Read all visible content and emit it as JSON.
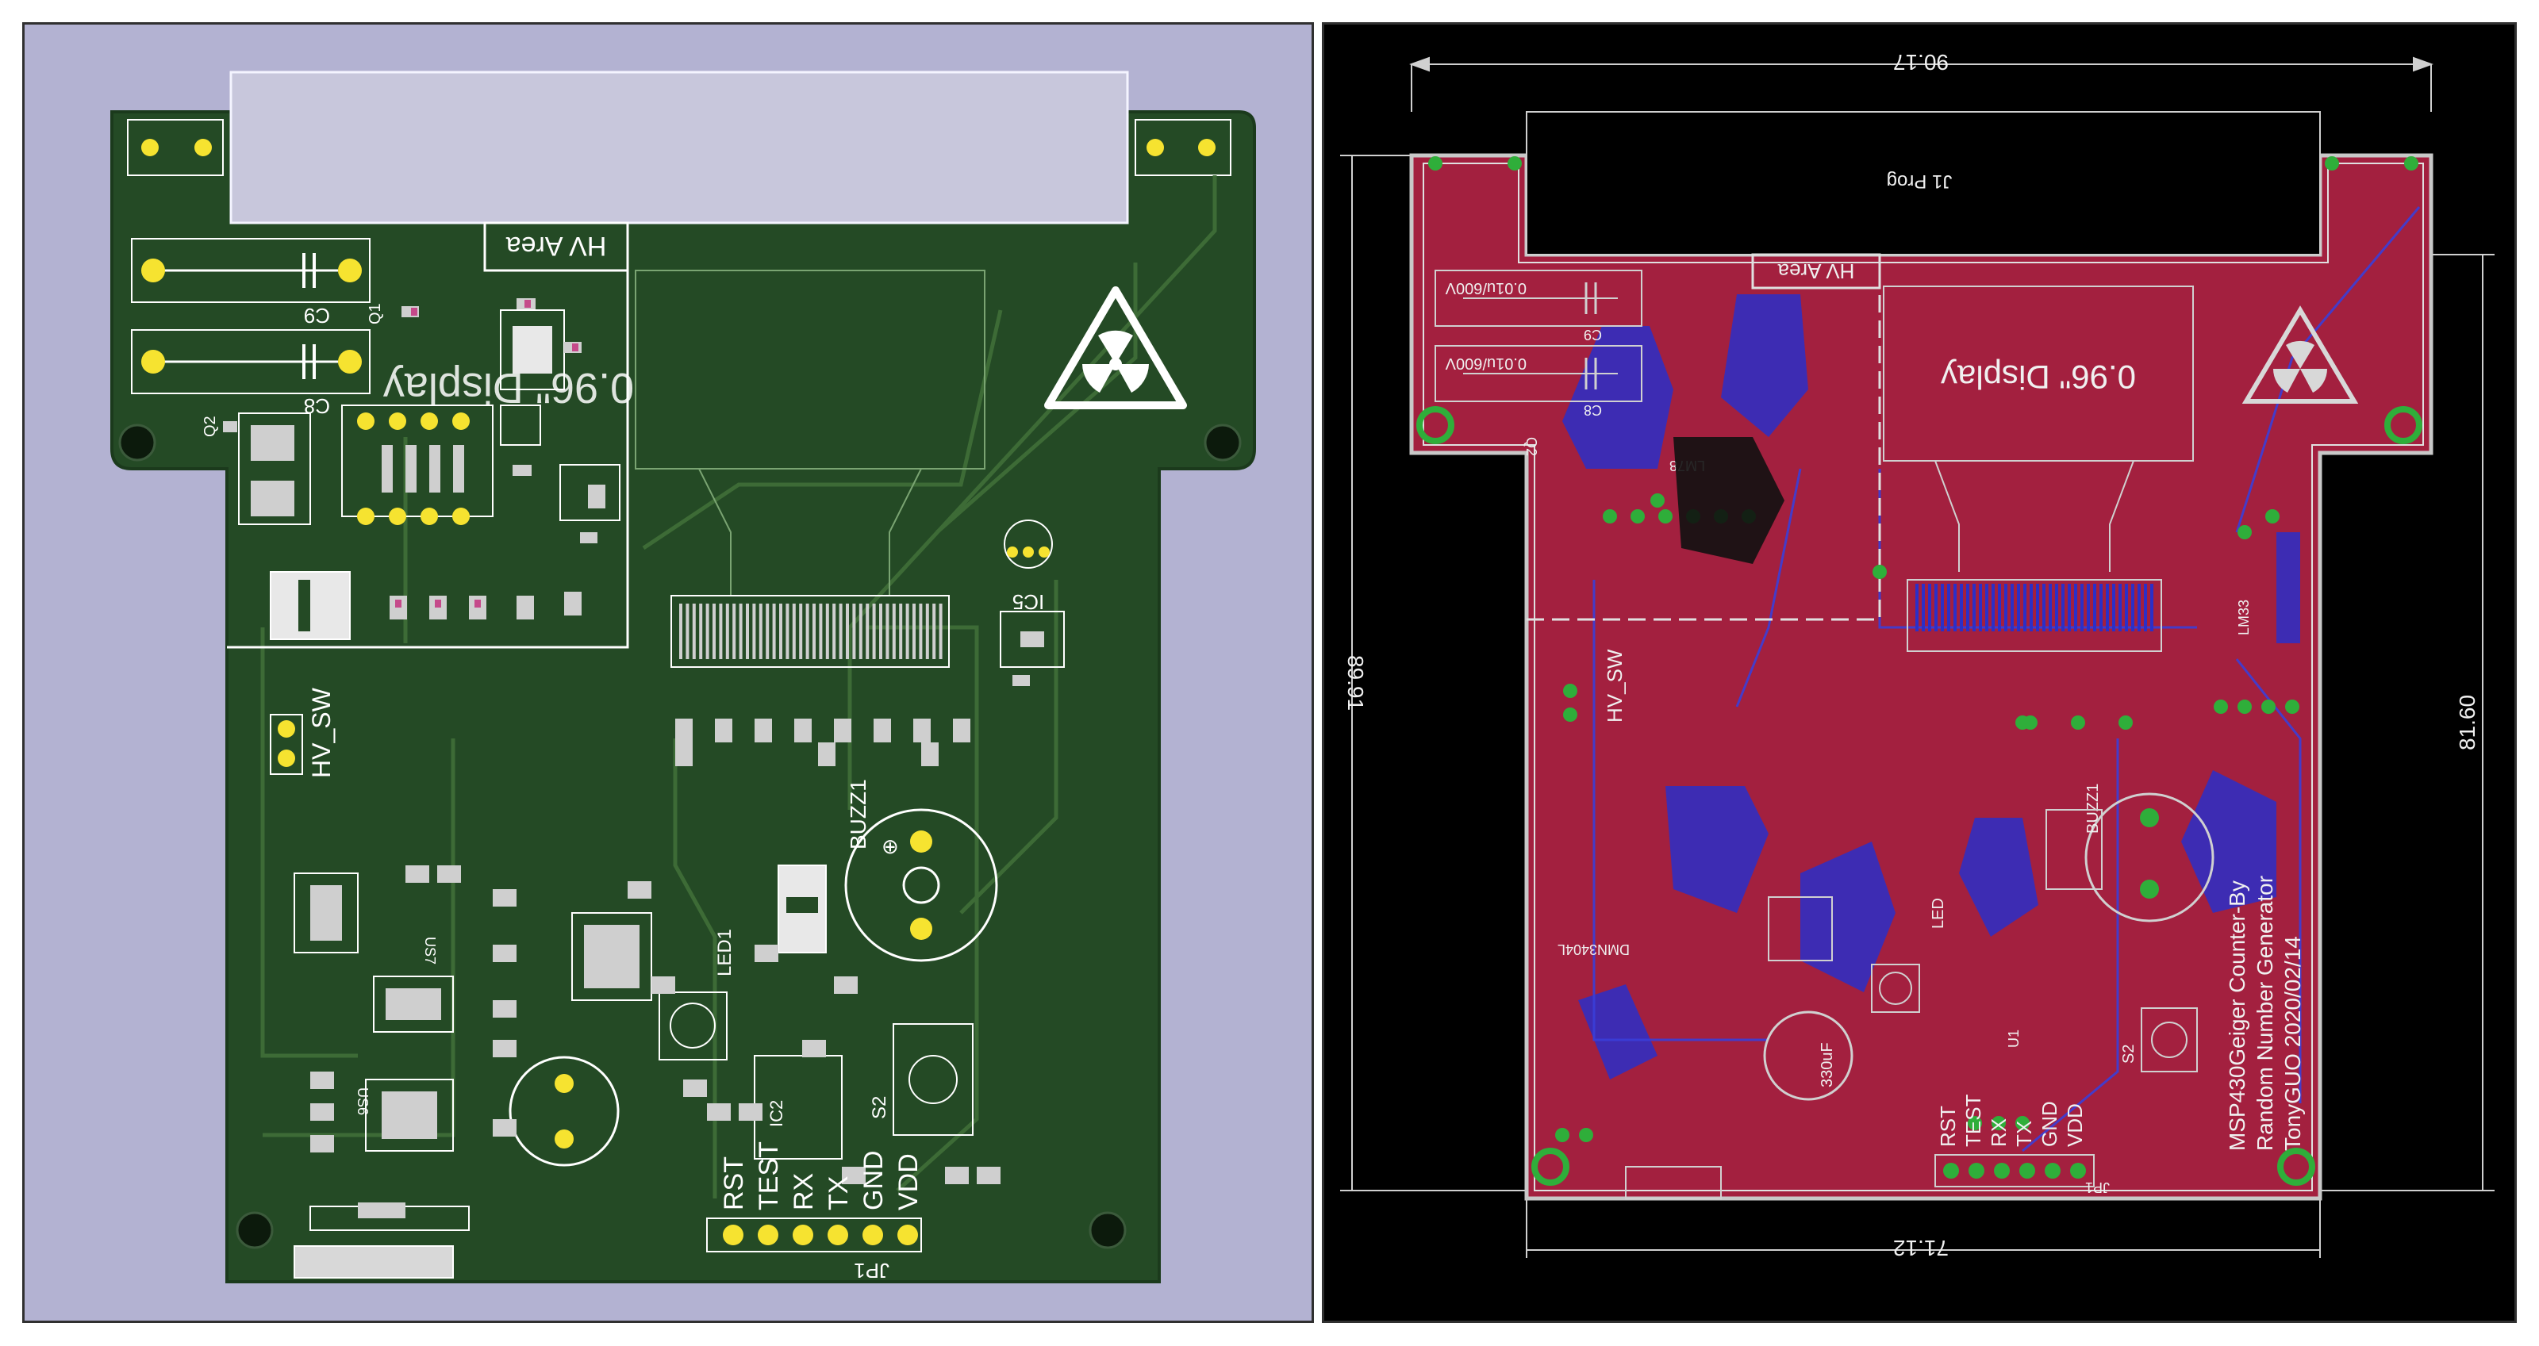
{
  "kicad": {
    "colors": {
      "background": "#b3b2d2",
      "board": "#244a25",
      "board_edge": "#1b3a1c",
      "trace": "#3d6b36",
      "pad": "#f6e330",
      "silk": "#ffffff",
      "smd": "#cfcfcf"
    },
    "labels": {
      "hv_area": "HV Area",
      "display": "0.96\" Display",
      "c9": "C9",
      "c8": "C8",
      "q1": "Q1",
      "q2": "Q2",
      "ic5": "IC5",
      "hv_sw": "HV_SW",
      "buzz1": "BUZZ1",
      "led1": "LED1",
      "s2": "S2",
      "us7": "US7",
      "us6": "US6",
      "ic2": "IC2",
      "jp1": "JP1",
      "plus": "⊕",
      "pins": [
        "RST",
        "TEST",
        "RX",
        "TX",
        "GND",
        "VDD"
      ]
    }
  },
  "eagle": {
    "colors": {
      "background": "#000000",
      "board": "#a3203f",
      "outline": "#c8c8c8",
      "pad": "#2fae3a",
      "bottom": "#2b2fc8",
      "dim": "#d0d0d0"
    },
    "dimensions": {
      "top": "90.17",
      "bottom": "71.12",
      "left": "89.91",
      "right": "81.60"
    },
    "labels": {
      "hv_area": "HV Area",
      "display": "0.96\" Display",
      "cap1": "0.01u/600V",
      "cap2": "0.01u/600V",
      "c9": "C9",
      "c8": "C8",
      "hv_sw": "HV_SW",
      "buzz1": "BUZZ1",
      "led": "LED",
      "s2": "S2",
      "cap330": "330uF",
      "lm33": "LM33",
      "q2": "Q2",
      "jp1": "JP1",
      "u1": "U1",
      "lp": "J1 Prog",
      "mosfet": "DMN3404L",
      "nmos": "LM78",
      "pins": [
        "RST",
        "TEST",
        "RX",
        "TX",
        "GND",
        "VDD"
      ],
      "info": [
        "MSP430Geiger Counter-By",
        "Random Number Generator",
        "TonyGUO 2020/02/14"
      ]
    }
  }
}
